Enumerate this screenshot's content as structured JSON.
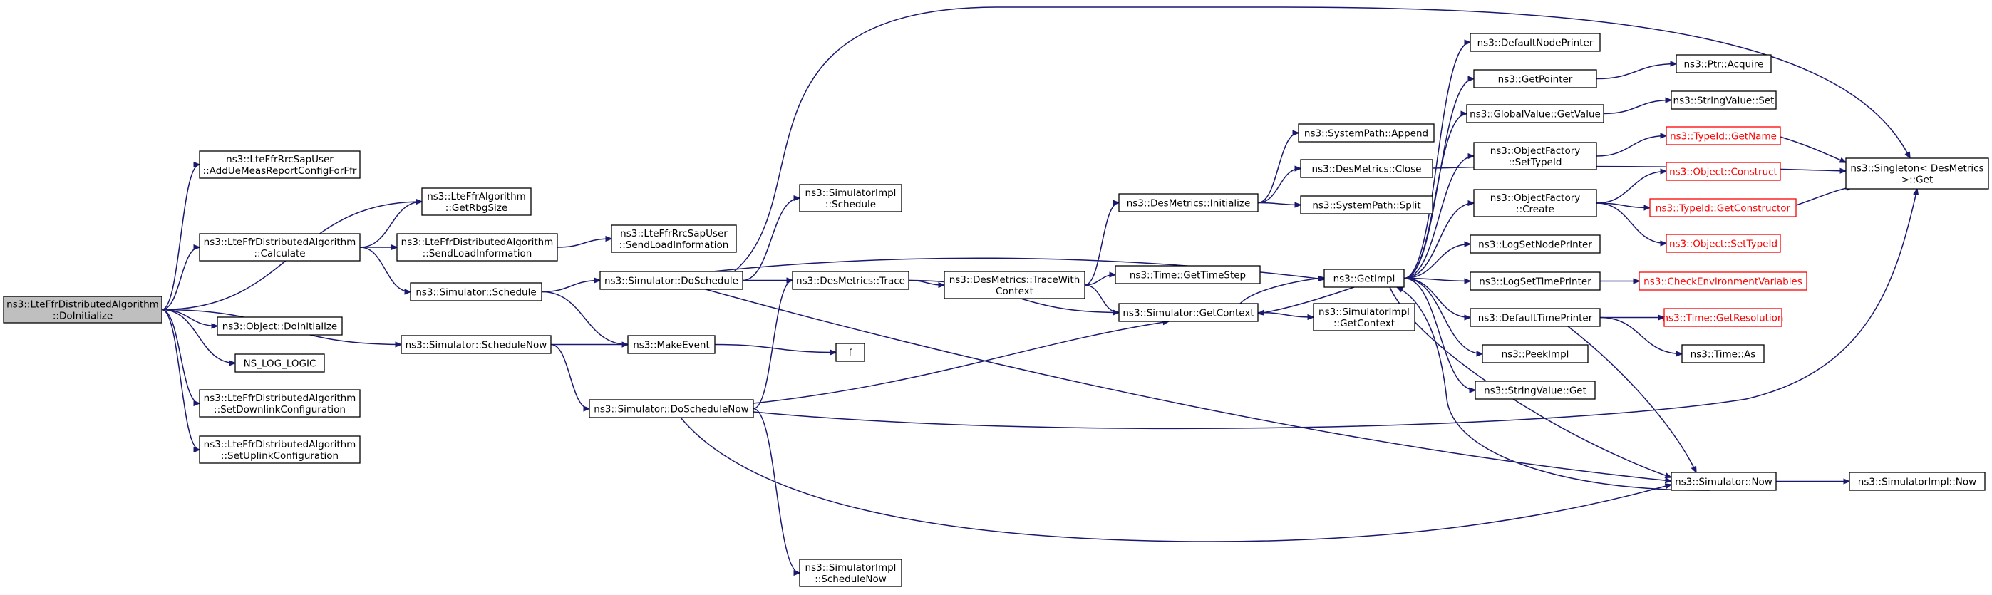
{
  "diagram": {
    "nodes": [
      {
        "id": "root",
        "lines": [
          "ns3::LteFfrDistributedAlgorithm",
          "::DoInitialize"
        ],
        "kind": "root"
      },
      {
        "id": "addue",
        "lines": [
          "ns3::LteFfrRrcSapUser",
          "::AddUeMeasReportConfigForFfr"
        ],
        "kind": "normal"
      },
      {
        "id": "getrbg",
        "lines": [
          "ns3::LteFfrAlgorithm",
          "::GetRbgSize"
        ],
        "kind": "normal"
      },
      {
        "id": "calculate",
        "lines": [
          "ns3::LteFfrDistributedAlgorithm",
          "::Calculate"
        ],
        "kind": "normal"
      },
      {
        "id": "sendload",
        "lines": [
          "ns3::LteFfrDistributedAlgorithm",
          "::SendLoadInformation"
        ],
        "kind": "normal"
      },
      {
        "id": "rrcsendload",
        "lines": [
          "ns3::LteFfrRrcSapUser",
          "::SendLoadInformation"
        ],
        "kind": "normal"
      },
      {
        "id": "schedule",
        "lines": [
          "ns3::Simulator::Schedule"
        ],
        "kind": "normal"
      },
      {
        "id": "objinit",
        "lines": [
          "ns3::Object::DoInitialize"
        ],
        "kind": "normal"
      },
      {
        "id": "nslog",
        "lines": [
          "NS_LOG_LOGIC"
        ],
        "kind": "normal"
      },
      {
        "id": "setdl",
        "lines": [
          "ns3::LteFfrDistributedAlgorithm",
          "::SetDownlinkConfiguration"
        ],
        "kind": "normal"
      },
      {
        "id": "setul",
        "lines": [
          "ns3::LteFfrDistributedAlgorithm",
          "::SetUplinkConfiguration"
        ],
        "kind": "normal"
      },
      {
        "id": "schednow",
        "lines": [
          "ns3::Simulator::ScheduleNow"
        ],
        "kind": "normal"
      },
      {
        "id": "doschedule",
        "lines": [
          "ns3::Simulator::DoSchedule"
        ],
        "kind": "normal"
      },
      {
        "id": "implschedule",
        "lines": [
          "ns3::SimulatorImpl",
          "::Schedule"
        ],
        "kind": "normal"
      },
      {
        "id": "makeevent",
        "lines": [
          "ns3::MakeEvent"
        ],
        "kind": "normal"
      },
      {
        "id": "f",
        "lines": [
          "f"
        ],
        "kind": "normal"
      },
      {
        "id": "doschednow",
        "lines": [
          "ns3::Simulator::DoScheduleNow"
        ],
        "kind": "normal"
      },
      {
        "id": "implschednow",
        "lines": [
          "ns3::SimulatorImpl",
          "::ScheduleNow"
        ],
        "kind": "normal"
      },
      {
        "id": "destrace",
        "lines": [
          "ns3::DesMetrics::Trace"
        ],
        "kind": "normal"
      },
      {
        "id": "tracewith",
        "lines": [
          "ns3::DesMetrics::TraceWith",
          "Context"
        ],
        "kind": "normal"
      },
      {
        "id": "desinit",
        "lines": [
          "ns3::DesMetrics::Initialize"
        ],
        "kind": "normal"
      },
      {
        "id": "syspathappend",
        "lines": [
          "ns3::SystemPath::Append"
        ],
        "kind": "normal"
      },
      {
        "id": "desclose",
        "lines": [
          "ns3::DesMetrics::Close"
        ],
        "kind": "normal"
      },
      {
        "id": "syspathsplit",
        "lines": [
          "ns3::SystemPath::Split"
        ],
        "kind": "normal"
      },
      {
        "id": "gettimestep",
        "lines": [
          "ns3::Time::GetTimeStep"
        ],
        "kind": "normal"
      },
      {
        "id": "getcontext",
        "lines": [
          "ns3::Simulator::GetContext"
        ],
        "kind": "normal"
      },
      {
        "id": "getimpl",
        "lines": [
          "ns3::GetImpl"
        ],
        "kind": "normal"
      },
      {
        "id": "implgetcontext",
        "lines": [
          "ns3::SimulatorImpl",
          "::GetContext"
        ],
        "kind": "normal"
      },
      {
        "id": "defnodeprinter",
        "lines": [
          "ns3::DefaultNodePrinter"
        ],
        "kind": "normal"
      },
      {
        "id": "getpointer",
        "lines": [
          "ns3::GetPointer"
        ],
        "kind": "normal"
      },
      {
        "id": "ptracquire",
        "lines": [
          "ns3::Ptr::Acquire"
        ],
        "kind": "normal"
      },
      {
        "id": "gvgetvalue",
        "lines": [
          "ns3::GlobalValue::GetValue"
        ],
        "kind": "normal"
      },
      {
        "id": "strvalset",
        "lines": [
          "ns3::StringValue::Set"
        ],
        "kind": "normal"
      },
      {
        "id": "ofsettypeid",
        "lines": [
          "ns3::ObjectFactory",
          "::SetTypeId"
        ],
        "kind": "normal"
      },
      {
        "id": "typeidgetname",
        "lines": [
          "ns3::TypeId::GetName"
        ],
        "kind": "red"
      },
      {
        "id": "ofcreate",
        "lines": [
          "ns3::ObjectFactory",
          "::Create"
        ],
        "kind": "normal"
      },
      {
        "id": "objconstruct",
        "lines": [
          "ns3::Object::Construct"
        ],
        "kind": "red"
      },
      {
        "id": "typeidgetctor",
        "lines": [
          "ns3::TypeId::GetConstructor"
        ],
        "kind": "red"
      },
      {
        "id": "objsettypeid",
        "lines": [
          "ns3::Object::SetTypeId"
        ],
        "kind": "red"
      },
      {
        "id": "singleton",
        "lines": [
          "ns3::Singleton< DesMetrics",
          " >::Get"
        ],
        "kind": "normal"
      },
      {
        "id": "logsetnode",
        "lines": [
          "ns3::LogSetNodePrinter"
        ],
        "kind": "normal"
      },
      {
        "id": "logsettime",
        "lines": [
          "ns3::LogSetTimePrinter"
        ],
        "kind": "normal"
      },
      {
        "id": "checkenv",
        "lines": [
          "ns3::CheckEnvironmentVariables"
        ],
        "kind": "red"
      },
      {
        "id": "deftimeprinter",
        "lines": [
          "ns3::DefaultTimePrinter"
        ],
        "kind": "normal"
      },
      {
        "id": "getres",
        "lines": [
          "ns3::Time::GetResolution"
        ],
        "kind": "red"
      },
      {
        "id": "timeas",
        "lines": [
          "ns3::Time::As"
        ],
        "kind": "normal"
      },
      {
        "id": "peekimpl",
        "lines": [
          "ns3::PeekImpl"
        ],
        "kind": "normal"
      },
      {
        "id": "strvalget",
        "lines": [
          "ns3::StringValue::Get"
        ],
        "kind": "normal"
      },
      {
        "id": "simnow",
        "lines": [
          "ns3::Simulator::Now"
        ],
        "kind": "normal"
      },
      {
        "id": "implnow",
        "lines": [
          "ns3::SimulatorImpl::Now"
        ],
        "kind": "normal"
      }
    ],
    "edges": [
      [
        "root",
        "addue"
      ],
      [
        "root",
        "getrbg"
      ],
      [
        "root",
        "calculate"
      ],
      [
        "root",
        "schednow"
      ],
      [
        "root",
        "objinit"
      ],
      [
        "root",
        "nslog"
      ],
      [
        "root",
        "setdl"
      ],
      [
        "root",
        "setul"
      ],
      [
        "calculate",
        "getrbg"
      ],
      [
        "calculate",
        "sendload"
      ],
      [
        "calculate",
        "schedule"
      ],
      [
        "sendload",
        "rrcsendload"
      ],
      [
        "schedule",
        "doschedule"
      ],
      [
        "schedule",
        "makeevent"
      ],
      [
        "schednow",
        "makeevent"
      ],
      [
        "schednow",
        "doschednow"
      ],
      [
        "makeevent",
        "f"
      ],
      [
        "doschedule",
        "implschedule"
      ],
      [
        "doschedule",
        "destrace"
      ],
      [
        "doschedule",
        "getimpl"
      ],
      [
        "doschedule",
        "singleton"
      ],
      [
        "doschedule",
        "simnow"
      ],
      [
        "doschednow",
        "destrace"
      ],
      [
        "doschednow",
        "getcontext"
      ],
      [
        "doschednow",
        "implschednow"
      ],
      [
        "doschednow",
        "singleton"
      ],
      [
        "doschednow",
        "simnow"
      ],
      [
        "destrace",
        "tracewith"
      ],
      [
        "destrace",
        "getcontext"
      ],
      [
        "tracewith",
        "desinit"
      ],
      [
        "tracewith",
        "gettimestep"
      ],
      [
        "tracewith",
        "getcontext"
      ],
      [
        "desinit",
        "syspathappend"
      ],
      [
        "desinit",
        "desclose"
      ],
      [
        "desinit",
        "syspathsplit"
      ],
      [
        "getcontext",
        "getimpl"
      ],
      [
        "getcontext",
        "implgetcontext"
      ],
      [
        "getimpl",
        "defnodeprinter"
      ],
      [
        "getimpl",
        "getpointer"
      ],
      [
        "getimpl",
        "gvgetvalue"
      ],
      [
        "getimpl",
        "ofsettypeid"
      ],
      [
        "getimpl",
        "ofcreate"
      ],
      [
        "getimpl",
        "logsetnode"
      ],
      [
        "getimpl",
        "logsettime"
      ],
      [
        "getimpl",
        "deftimeprinter"
      ],
      [
        "getimpl",
        "peekimpl"
      ],
      [
        "getimpl",
        "strvalget"
      ],
      [
        "getimpl",
        "getcontext"
      ],
      [
        "getimpl",
        "simnow"
      ],
      [
        "getpointer",
        "ptracquire"
      ],
      [
        "gvgetvalue",
        "strvalset"
      ],
      [
        "ofsettypeid",
        "typeidgetname"
      ],
      [
        "ofcreate",
        "objconstruct"
      ],
      [
        "ofcreate",
        "typeidgetctor"
      ],
      [
        "ofcreate",
        "objsettypeid"
      ],
      [
        "typeidgetname",
        "singleton"
      ],
      [
        "typeidgetctor",
        "singleton"
      ],
      [
        "logsettime",
        "checkenv"
      ],
      [
        "deftimeprinter",
        "getres"
      ],
      [
        "deftimeprinter",
        "timeas"
      ],
      [
        "deftimeprinter",
        "simnow"
      ],
      [
        "simnow",
        "getimpl"
      ],
      [
        "simnow",
        "implnow"
      ],
      [
        "desclose",
        "singleton"
      ]
    ],
    "colors": {
      "edge": "#191970",
      "root_fill": "#bfbfbf",
      "missing": "#ff0000"
    }
  }
}
